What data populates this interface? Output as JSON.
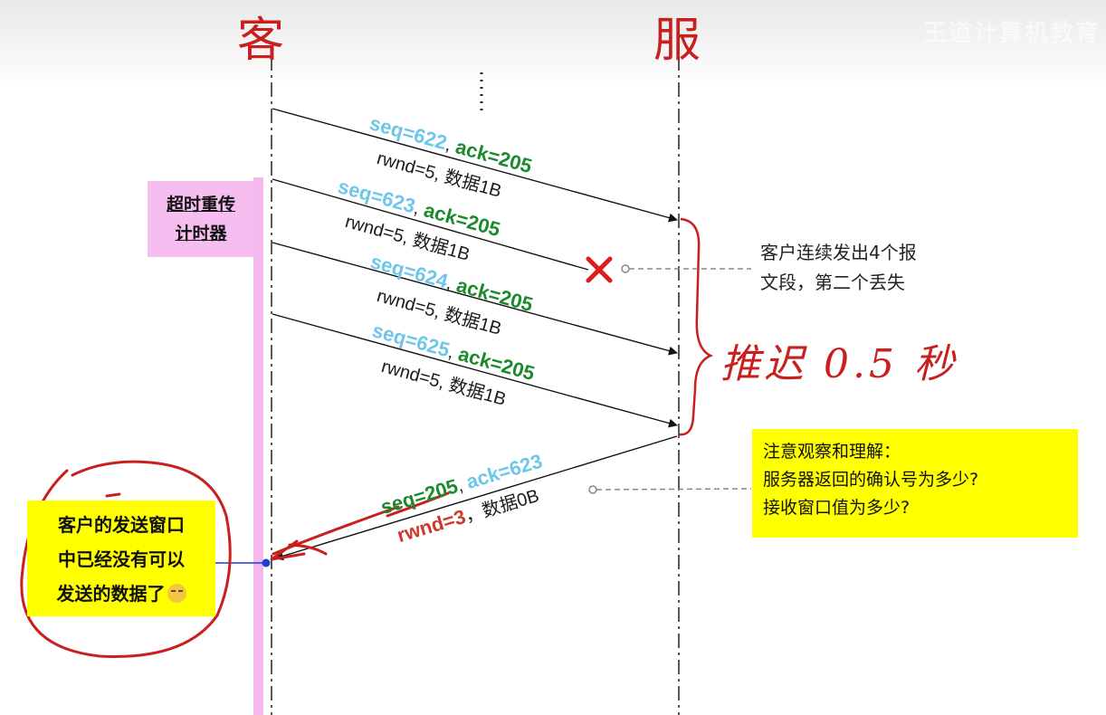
{
  "diagram": {
    "handwritten": {
      "client_label": "客",
      "server_label": "服",
      "delay_label": "推迟 0.5 秒"
    },
    "watermark": "王道计算机教育",
    "timer_box": {
      "line1": "超时重传",
      "line2": "计时器"
    },
    "segments": [
      {
        "seq": "seq=622",
        "ack": "ack=205",
        "sep": ", ",
        "detail": "rwnd=5, 数据1B"
      },
      {
        "seq": "seq=623",
        "ack": "ack=205",
        "sep": ", ",
        "detail": "rwnd=5, 数据1B"
      },
      {
        "seq": "seq=624",
        "ack": "ack=205",
        "sep": ", ",
        "detail": "rwnd=5, 数据1B"
      },
      {
        "seq": "seq=625",
        "ack": "ack=205",
        "sep": ", ",
        "detail": "rwnd=5, 数据1B"
      }
    ],
    "reply": {
      "seq": "seq=205",
      "ack": "ack=623",
      "sep": ", ",
      "rwnd": "rwnd=3",
      "detail": "，数据0B"
    },
    "caption_lost": {
      "line1": "客户连续发出4个报",
      "line2": "文段，第二个丢失"
    },
    "note": {
      "line1": "注意观察和理解：",
      "line2": "服务器返回的确认号为多少?",
      "line3": "接收窗口值为多少?"
    },
    "window_note": {
      "line1": "客户的发送窗口",
      "line2": "中已经没有可以",
      "line3": "发送的数据了"
    },
    "colors": {
      "seq": "#6ec6ea",
      "ack": "#1a8a2c",
      "handwriting": "#c8201e",
      "highlight_yellow": "#ffff00",
      "timer_pink": "#f6bdf0"
    }
  }
}
